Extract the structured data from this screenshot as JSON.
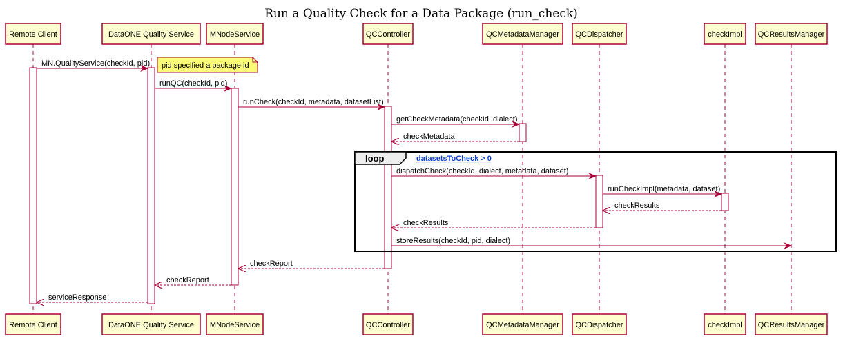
{
  "title": "Run a Quality Check for a Data Package (run_check)",
  "colors": {
    "participant_fill": "#fefece",
    "participant_stroke": "#a80036",
    "arrow": "#a80036",
    "note_fill": "#fbfb77",
    "lifeline": "#a80036",
    "activation_fill": "#ffffff",
    "guard_link": "#0b3bd6"
  },
  "participants": [
    "Remote Client",
    "DataONE Quality Service",
    "MNodeService",
    "QCController",
    "QCMetadataManager",
    "QCDispatcher",
    "checkImpl",
    "QCResultsManager"
  ],
  "messages": [
    {
      "label": "MN.QualityService(checkId, pid)",
      "from": 0,
      "to": 1,
      "type": "sync"
    },
    {
      "label": "runQC(checkId, pid)",
      "from": 1,
      "to": 2,
      "type": "sync"
    },
    {
      "label": "runCheck(checkId, metadata, datasetList)",
      "from": 2,
      "to": 3,
      "type": "sync"
    },
    {
      "label": "getCheckMetadata(checkId, dialect)",
      "from": 3,
      "to": 4,
      "type": "sync"
    },
    {
      "label": "checkMetadata",
      "from": 4,
      "to": 3,
      "type": "return"
    },
    {
      "label": "dispatchCheck(checkId, dialect, metadata, dataset)",
      "from": 3,
      "to": 5,
      "type": "sync"
    },
    {
      "label": "runCheckImpl(metadata, dataset)",
      "from": 5,
      "to": 6,
      "type": "sync"
    },
    {
      "label": "checkResults",
      "from": 6,
      "to": 5,
      "type": "return"
    },
    {
      "label": "checkResults",
      "from": 5,
      "to": 3,
      "type": "return"
    },
    {
      "label": "storeResults(checkId, pid, dialect)",
      "from": 3,
      "to": 7,
      "type": "sync"
    },
    {
      "label": "checkReport",
      "from": 3,
      "to": 2,
      "type": "return"
    },
    {
      "label": "checkReport",
      "from": 2,
      "to": 1,
      "type": "return"
    },
    {
      "label": "serviceResponse",
      "from": 1,
      "to": 0,
      "type": "return"
    }
  ],
  "note": {
    "text": "pid specified a package id",
    "attached_to": 1
  },
  "loop": {
    "label": "loop",
    "guard": "datasetsToCheck  >  0"
  }
}
